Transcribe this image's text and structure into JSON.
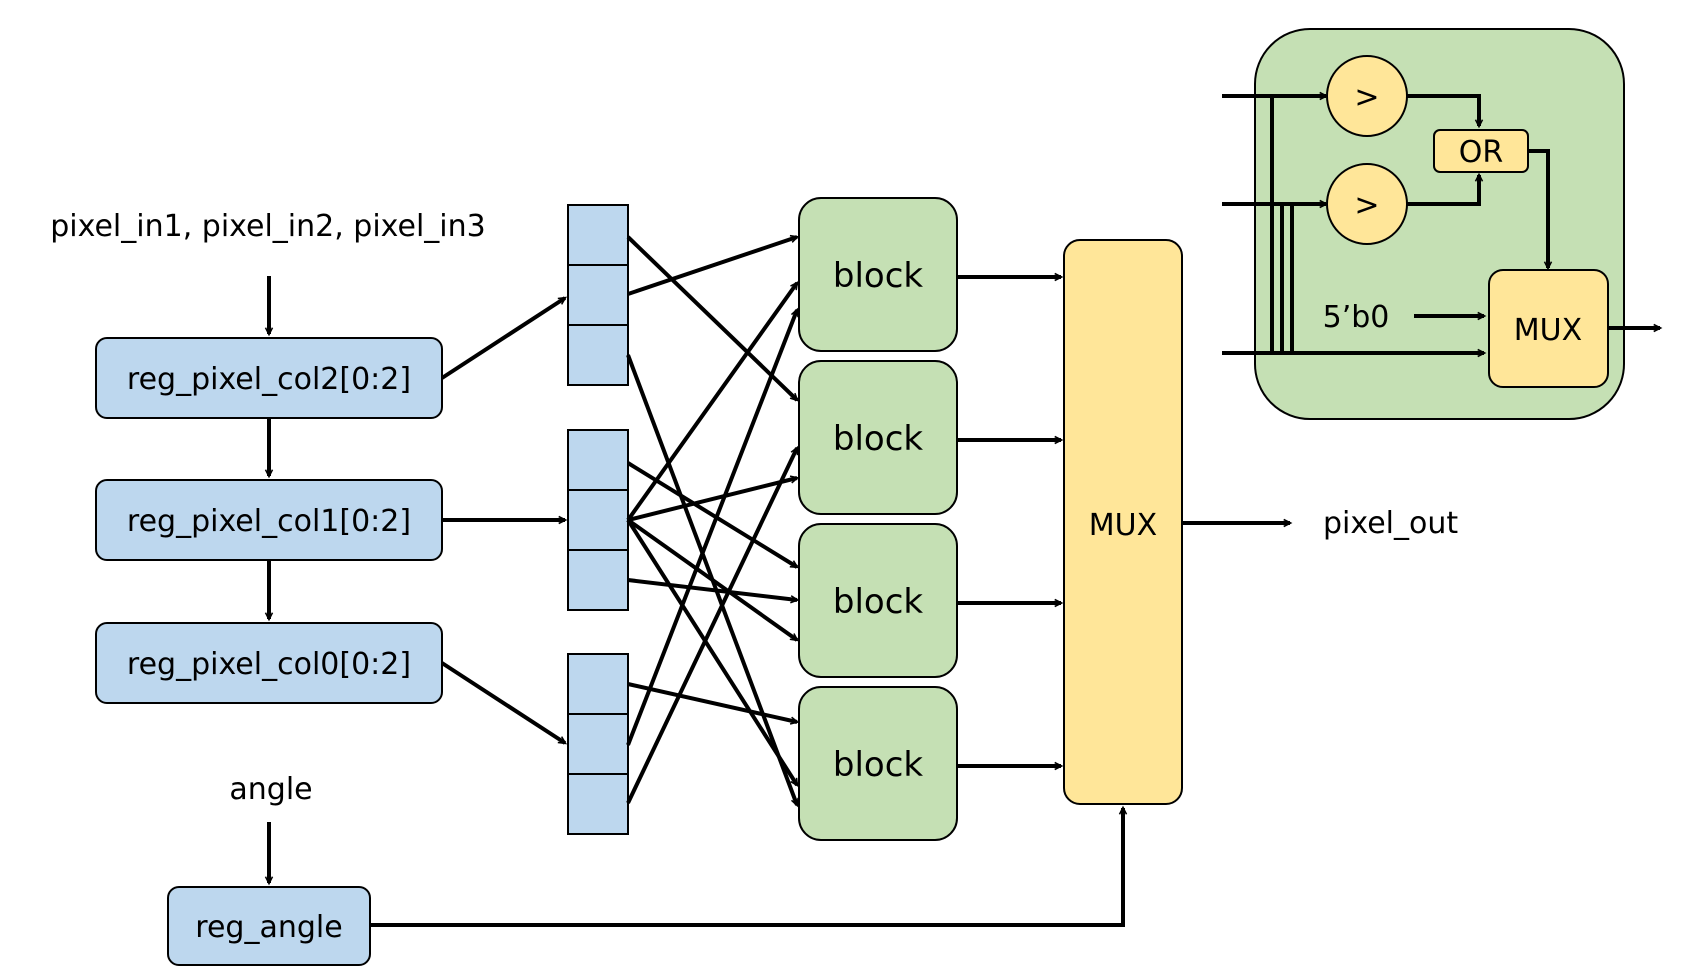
{
  "colors": {
    "register": "#BDD7EE",
    "block": "#C5E0B4",
    "mux": "#FFE699",
    "stroke": "#000000"
  },
  "labels": {
    "inputs": "pixel_in1, pixel_in2, pixel_in3",
    "angle": "angle",
    "output": "pixel_out"
  },
  "registers": {
    "col2": "reg_pixel_col2[0:2]",
    "col1": "reg_pixel_col1[0:2]",
    "col0": "reg_pixel_col0[0:2]",
    "angle": "reg_angle"
  },
  "blocks": [
    "block",
    "block",
    "block",
    "block"
  ],
  "main_mux": "MUX",
  "inset": {
    "comparators": [
      ">",
      ">"
    ],
    "or_gate": "OR",
    "constant": "5’b0",
    "mux": "MUX"
  }
}
